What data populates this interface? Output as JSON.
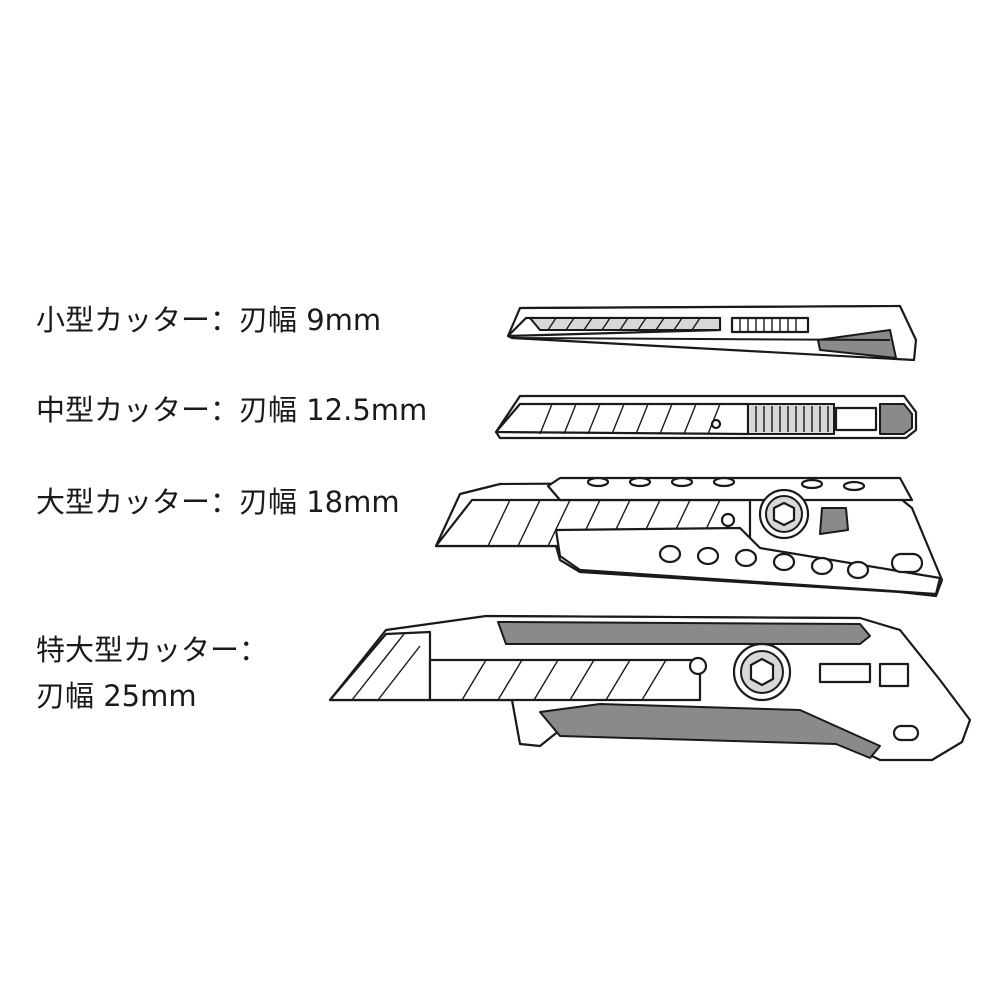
{
  "items": [
    {
      "label": "小型カッター：刃幅 9mm"
    },
    {
      "label": "中型カッター：刃幅 12.5mm"
    },
    {
      "label": "大型カッター：刃幅 18mm"
    },
    {
      "label_line1": "特大型カッター：",
      "label_line2": "刃幅 25mm"
    }
  ]
}
